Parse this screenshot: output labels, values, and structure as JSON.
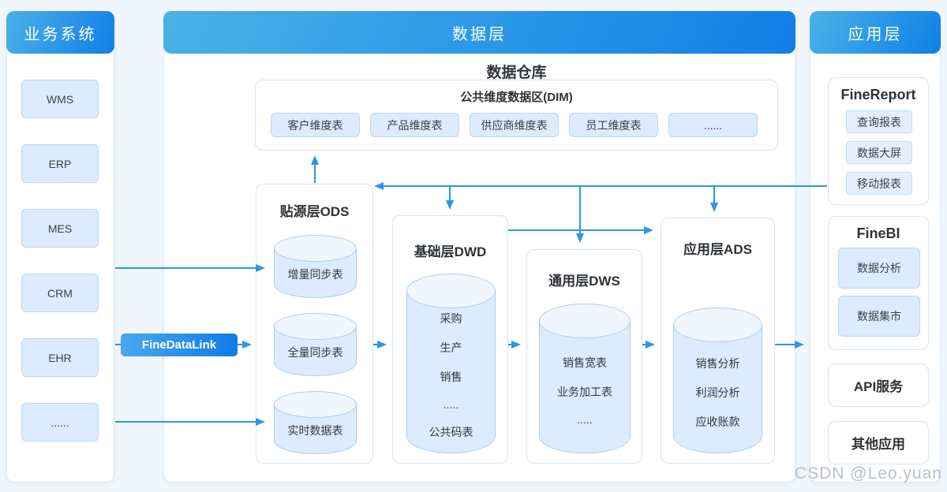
{
  "colors": {
    "background": "#f1f6fc",
    "header_gradient_start": "#4ab2e8",
    "header_gradient_end": "#0f7fe6",
    "arrow": "#2f93e8",
    "chip_fill": "#dcebfd",
    "chip_border": "#bcd7f7",
    "cylinder_fill": "#dcebfd",
    "cylinder_top_fill": "#eff6fe",
    "fdl_gradient_start": "#49a8f0",
    "fdl_gradient_end": "#0d7ce4"
  },
  "business_systems": {
    "title": "业务系统",
    "items": [
      "WMS",
      "ERP",
      "MES",
      "CRM",
      "EHR",
      "......"
    ]
  },
  "etl_tool": {
    "label": "FineDataLink"
  },
  "data_layer": {
    "title": "数据层",
    "warehouse_title": "数据仓库",
    "dim": {
      "title": "公共维度数据区(DIM)",
      "items": [
        "客户维度表",
        "产品维度表",
        "供应商维度表",
        "员工维度表",
        "......"
      ]
    },
    "ods": {
      "title": "贴源层ODS",
      "cylinders": [
        "增量同步表",
        "全量同步表",
        "实时数据表"
      ]
    },
    "dwd": {
      "title": "基础层DWD",
      "lines": [
        "采购",
        "生产",
        "销售",
        ".....",
        "公共码表"
      ]
    },
    "dws": {
      "title": "通用层DWS",
      "lines": [
        "销售宽表",
        "业务加工表",
        "....."
      ]
    },
    "ads": {
      "title": "应用层ADS",
      "lines": [
        "销售分析",
        "利润分析",
        "应收账款"
      ]
    }
  },
  "application_layer": {
    "title": "应用层",
    "finereport": {
      "title": "FineReport",
      "items": [
        "查询报表",
        "数据大屏",
        "移动报表"
      ]
    },
    "finebi": {
      "title": "FineBI",
      "items": [
        "数据分析",
        "数据集市"
      ]
    },
    "api_box": "API服务",
    "other_box": "其他应用"
  },
  "watermark": "CSDN @Leo.yuan"
}
